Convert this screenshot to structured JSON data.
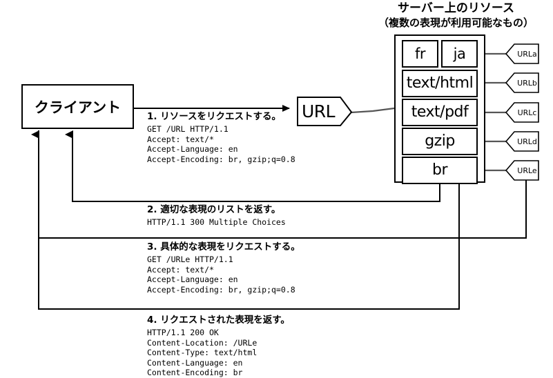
{
  "heading": {
    "line1": "サーバー上のリソース",
    "line2": "（複数の表現が利用可能なもの）"
  },
  "client": {
    "label": "クライアント"
  },
  "url_node": {
    "label": "URL"
  },
  "resources": {
    "rows": [
      {
        "boxes": [
          {
            "label": "fr"
          },
          {
            "label": "ja"
          }
        ]
      },
      {
        "boxes": [
          {
            "label": "text/html"
          }
        ]
      },
      {
        "boxes": [
          {
            "label": "text/pdf"
          }
        ]
      },
      {
        "boxes": [
          {
            "label": "gzip"
          }
        ]
      },
      {
        "boxes": [
          {
            "label": "br"
          }
        ]
      }
    ]
  },
  "url_tags": [
    {
      "label": "URLa"
    },
    {
      "label": "URLb"
    },
    {
      "label": "URLc"
    },
    {
      "label": "URLd"
    },
    {
      "label": "URLe"
    }
  ],
  "steps": [
    {
      "heading": "1. リソースをリクエストする。",
      "body": "GET /URL HTTP/1.1\nAccept: text/*\nAccept-Language: en\nAccept-Encoding: br, gzip;q=0.8"
    },
    {
      "heading": "2. 適切な表現のリストを返す。",
      "body": "HTTP/1.1 300 Multiple Choices"
    },
    {
      "heading": "3. 具体的な表現をリクエストする。",
      "body": "GET /URLe HTTP/1.1\nAccept: text/*\nAccept-Language: en\nAccept-Encoding: br, gzip;q=0.8"
    },
    {
      "heading": "4. リクエストされた表現を返す。",
      "body": "HTTP/1.1 200 OK\nContent-Location: /URLe\nContent-Type: text/html\nContent-Language: en\nContent-Encoding: br"
    }
  ],
  "colors": {
    "stroke": "#000000",
    "connector": "#555555",
    "background": "#ffffff"
  }
}
